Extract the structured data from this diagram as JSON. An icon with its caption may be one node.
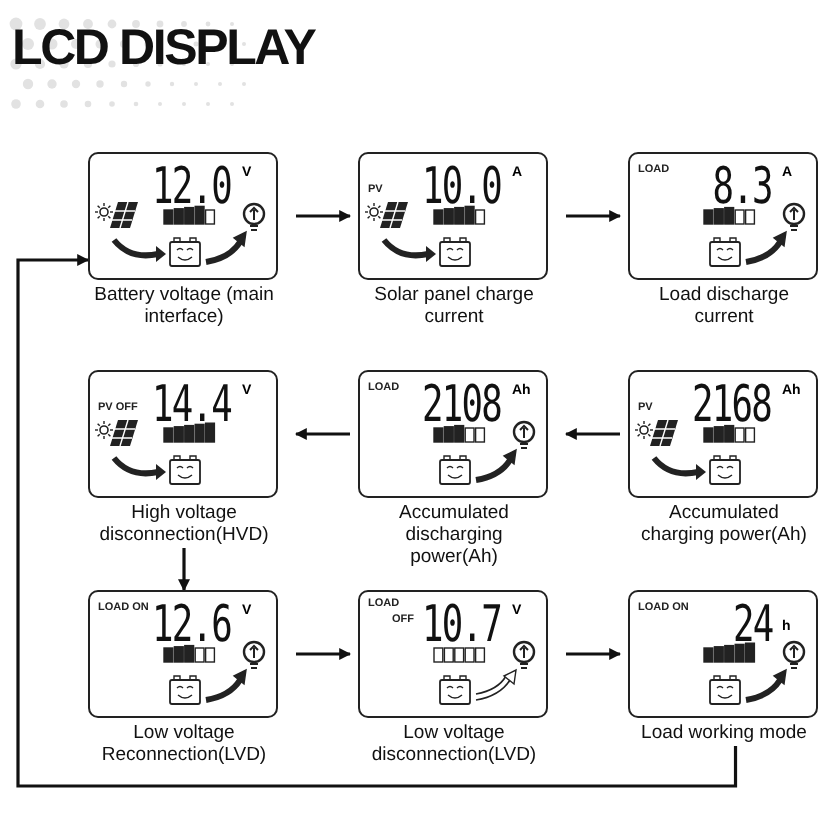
{
  "diagram": {
    "title": "LCD DISPLAY",
    "nodes": [
      {
        "text": [
          "12.0",
          "V"
        ],
        "beside": [
          "Battery voltage (main interface)"
        ]
      },
      {
        "text": [
          "PV",
          "10.0",
          "A"
        ],
        "beside": [
          "Solar panel charge current"
        ]
      },
      {
        "text": [
          "LOAD",
          "8.3",
          "A"
        ],
        "beside": [
          "Load discharge current"
        ]
      },
      {
        "text": [
          "PV OFF",
          "14.4",
          "V"
        ],
        "beside": [
          "High voltage disconnection(HVD)"
        ]
      },
      {
        "text": [
          "LOAD",
          "2108",
          "Ah"
        ],
        "beside": [
          "Accumulated discharging power(Ah)"
        ]
      },
      {
        "text": [
          "PV",
          "2168",
          "Ah"
        ],
        "beside": [
          "Accumulated charging power(Ah)"
        ]
      },
      {
        "text": [
          "LOAD ON",
          "12.6",
          "V"
        ],
        "beside": [
          "Low voltage Reconnection(LVD)"
        ]
      },
      {
        "text": [
          "LOAD",
          "OFF",
          "10.7",
          "V"
        ],
        "beside": [
          "Low voltage disconnection(LVD)"
        ]
      },
      {
        "text": [
          "LOAD ON",
          "24",
          "h"
        ],
        "beside": [
          "Load working mode"
        ]
      }
    ],
    "edges": [
      {
        "from": 0,
        "to": 1,
        "arrow": "to"
      },
      {
        "from": 1,
        "to": 2,
        "arrow": "to"
      },
      {
        "from": 5,
        "to": 4,
        "arrow": "to"
      },
      {
        "from": 4,
        "to": 3,
        "arrow": "to"
      },
      {
        "from": 3,
        "to": 6,
        "arrow": "to"
      },
      {
        "from": 6,
        "to": 7,
        "arrow": "to"
      },
      {
        "from": 7,
        "to": 8,
        "arrow": "to"
      },
      {
        "from": 8,
        "to": 0,
        "arrow": "to"
      }
    ]
  }
}
